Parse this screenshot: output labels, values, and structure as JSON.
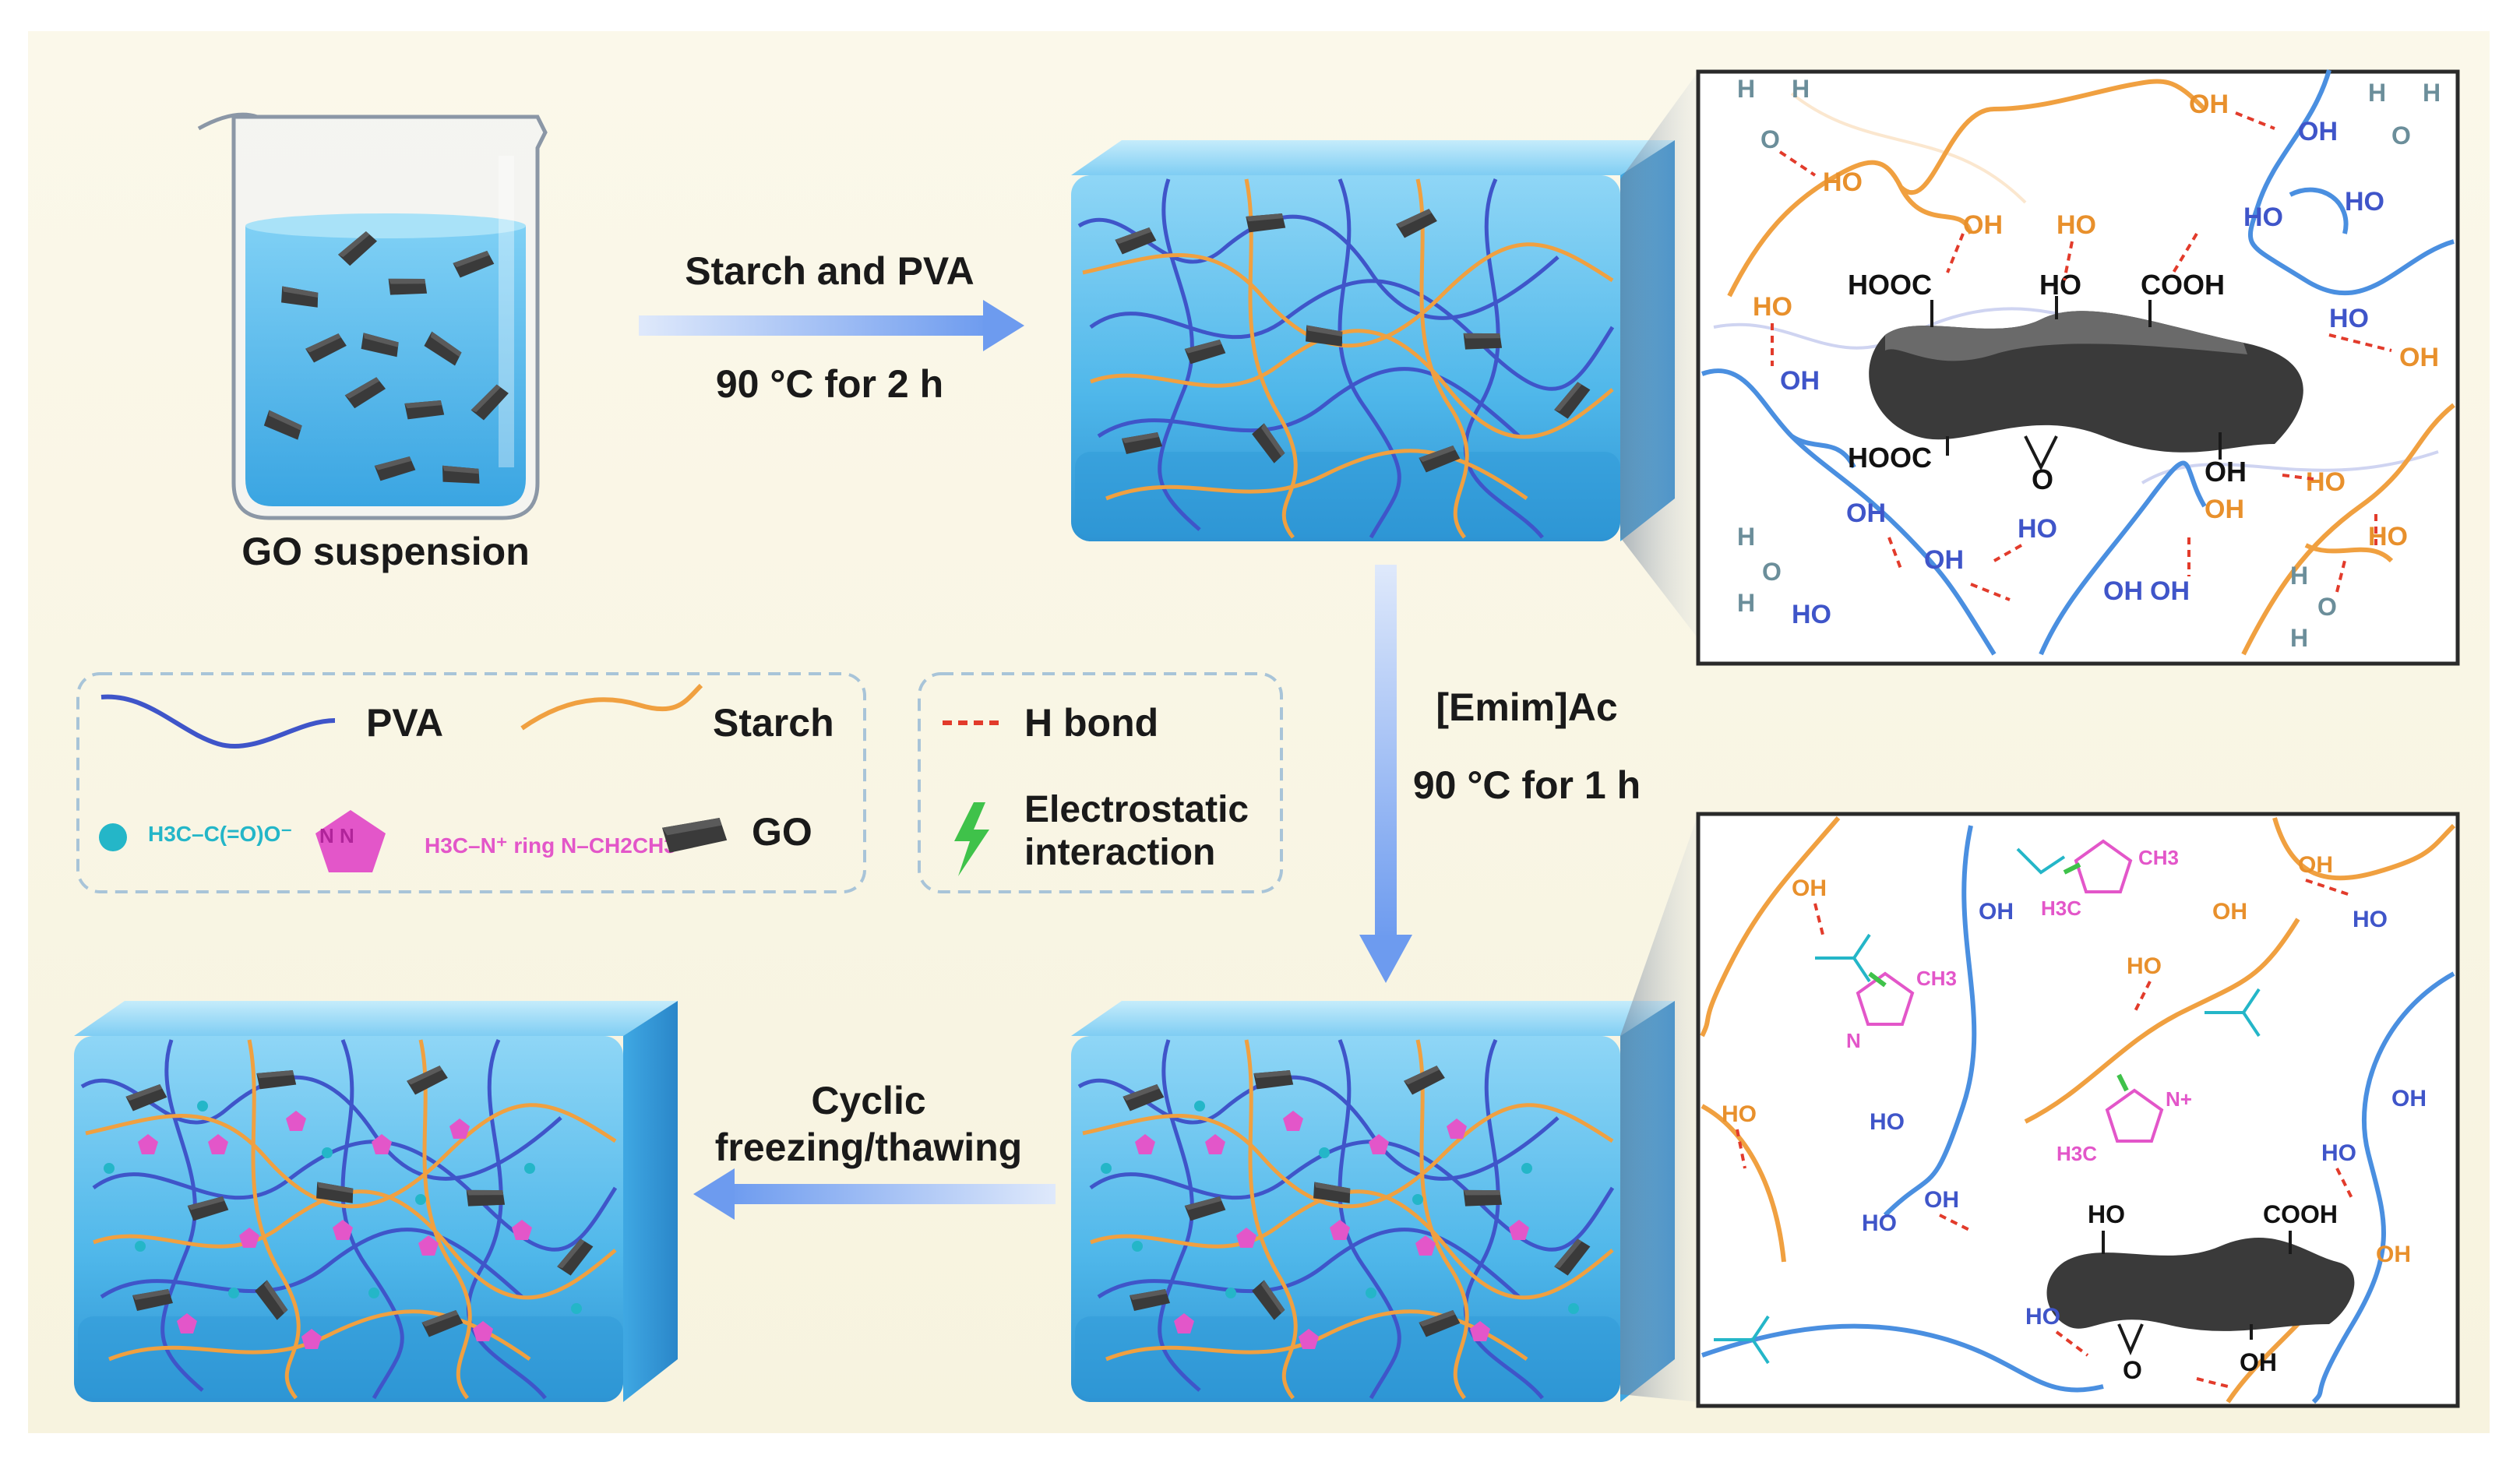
{
  "diagram": {
    "labels": {
      "go_suspension": "GO suspension",
      "step1_reagent": "Starch and PVA",
      "step1_condition": "90 °C for 2 h",
      "step2_reagent": "[Emim]Ac",
      "step2_condition": "90 °C for 1 h",
      "step3_line1": "Cyclic",
      "step3_line2": "freezing/thawing"
    },
    "legend": {
      "pva": "PVA",
      "starch": "Starch",
      "go": "GO",
      "h_bond": "H bond",
      "electrostatic_line1": "Electrostatic",
      "electrostatic_line2": "interaction",
      "acetate_formula": "H3C–C(=O)O⁻",
      "imidazolium_ring": "N   N",
      "emim_formula": "H3C–N⁺ ring N–CH2CH3"
    },
    "zoom_top": {
      "groups": [
        "OH",
        "HO",
        "OH",
        "HO",
        "OH",
        "HO",
        "OH",
        "HO",
        "OH",
        "HO",
        "OH",
        "HO",
        "OH",
        "HO",
        "OH",
        "HO",
        "OH",
        "HO",
        "OH",
        "HO"
      ],
      "go_groups": [
        "HOOC",
        "HO",
        "COOH",
        "HOOC",
        "O",
        "OH"
      ],
      "water": [
        "H",
        "O",
        "H"
      ]
    },
    "zoom_bottom": {
      "groups": [
        "OH",
        "HO",
        "OH",
        "HO",
        "OH",
        "HO",
        "OH",
        "HO",
        "OH",
        "HO",
        "OH",
        "HO",
        "OH",
        "HO"
      ],
      "go_groups": [
        "HO",
        "COOH",
        "O",
        "OH"
      ],
      "ion_labels": [
        "CH3",
        "H3C",
        "N",
        "N+"
      ]
    },
    "colors": {
      "pva": "#3f55c9",
      "starch": "#f0a040",
      "hbond": "#e23b2b",
      "go": "#3a3a3a",
      "water_gel": "#4fb7ea",
      "arrow": "#7fa8ef",
      "emim": "#e356c9",
      "acetate": "#24b6c8",
      "electrostatic": "#3fc24a"
    }
  }
}
